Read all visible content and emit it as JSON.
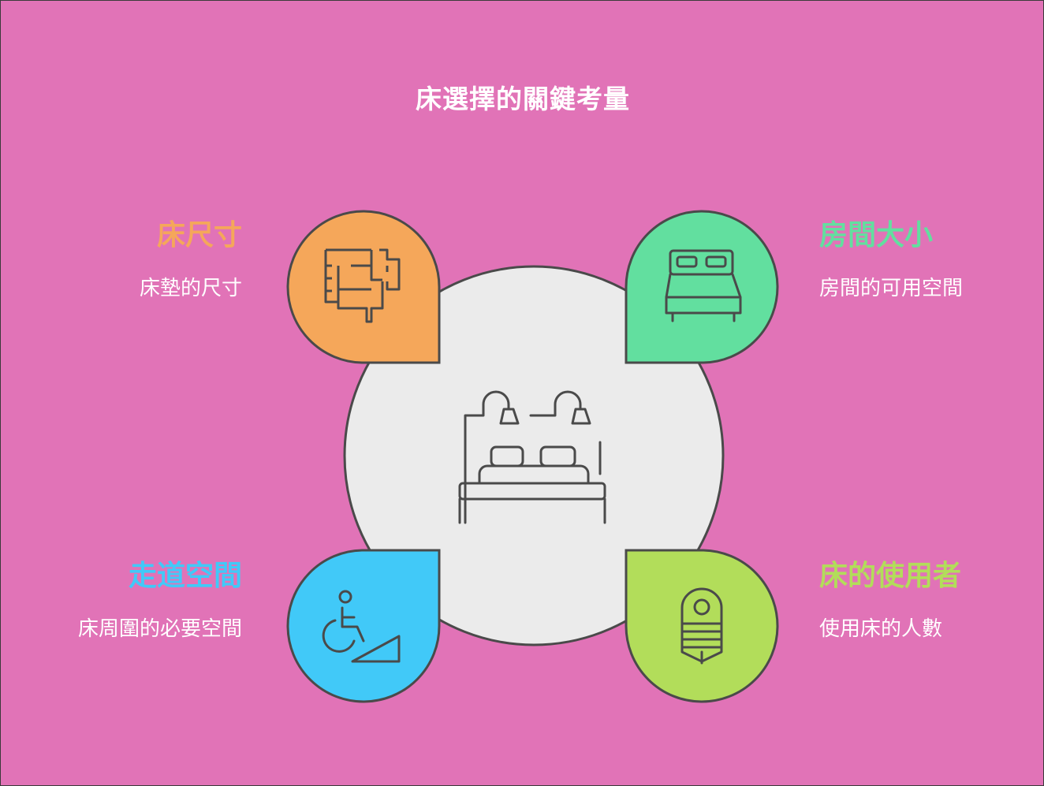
{
  "title": "床選擇的關鍵考量",
  "center": {
    "icon": "bed-with-lamps-icon"
  },
  "items": [
    {
      "label": "床尺寸",
      "description": "床墊的尺寸",
      "color": "#f5a75a",
      "label_color": "#f5a75a",
      "icon": "floor-plan-icon"
    },
    {
      "label": "房間大小",
      "description": "房間的可用空間",
      "color": "#62df9f",
      "label_color": "#62df9f",
      "icon": "double-bed-icon"
    },
    {
      "label": "走道空間",
      "description": "床周圍的必要空間",
      "color": "#41c9f8",
      "label_color": "#41c9f8",
      "icon": "wheelchair-ramp-icon"
    },
    {
      "label": "床的使用者",
      "description": "使用床的人數",
      "color": "#b2dd5a",
      "label_color": "#b2dd5a",
      "icon": "sleeping-bag-icon"
    }
  ],
  "colors": {
    "background": "#e173b7",
    "center_circle": "#ebebeb",
    "stroke": "#4a4a4a"
  }
}
